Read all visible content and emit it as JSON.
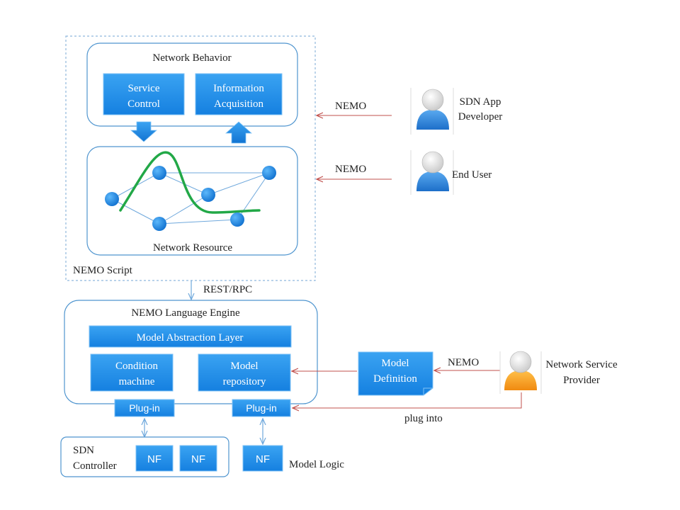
{
  "colors": {
    "box_fill": "#1f8fe8",
    "box_border": "#7fc2f6",
    "panel_border": "#4f95cf",
    "curve": "#22a847",
    "arrow_red": "#c0504d",
    "arrow_blue": "#6fa8dc",
    "node": "#1f8fe8"
  },
  "nemo_script": {
    "label": "NEMO Script",
    "network_behavior": {
      "title": "Network Behavior",
      "service_control": [
        "Service",
        "Control"
      ],
      "information_acquisition": [
        "Information",
        "Acquisition"
      ]
    },
    "network_resource": {
      "title": "Network Resource"
    }
  },
  "rest_rpc": "REST/RPC",
  "engine": {
    "title": "NEMO Language Engine",
    "model_abstraction_layer": "Model Abstraction Layer",
    "condition_machine": [
      "Condition",
      "machine"
    ],
    "model_repository": [
      "Model",
      "repository"
    ],
    "plugin_left": "Plug-in",
    "plugin_right": "Plug-in"
  },
  "sdn_controller": {
    "label": [
      "SDN",
      "Controller"
    ],
    "nf1": "NF",
    "nf2": "NF"
  },
  "model_logic": {
    "nf": "NF",
    "label": "Model Logic"
  },
  "model_definition": [
    "Model",
    "Definition"
  ],
  "actors": {
    "sdn_app_developer": {
      "label": [
        "SDN App",
        "Developer"
      ],
      "icon": "user-blue-icon"
    },
    "end_user": {
      "label": "End User",
      "icon": "user-blue-icon"
    },
    "network_service_provider": {
      "label": [
        "Network Service",
        "Provider"
      ],
      "icon": "user-orange-icon"
    }
  },
  "arrows": {
    "nemo_developer": "NEMO",
    "nemo_end_user": "NEMO",
    "nemo_provider": "NEMO",
    "plug_into": "plug into"
  }
}
